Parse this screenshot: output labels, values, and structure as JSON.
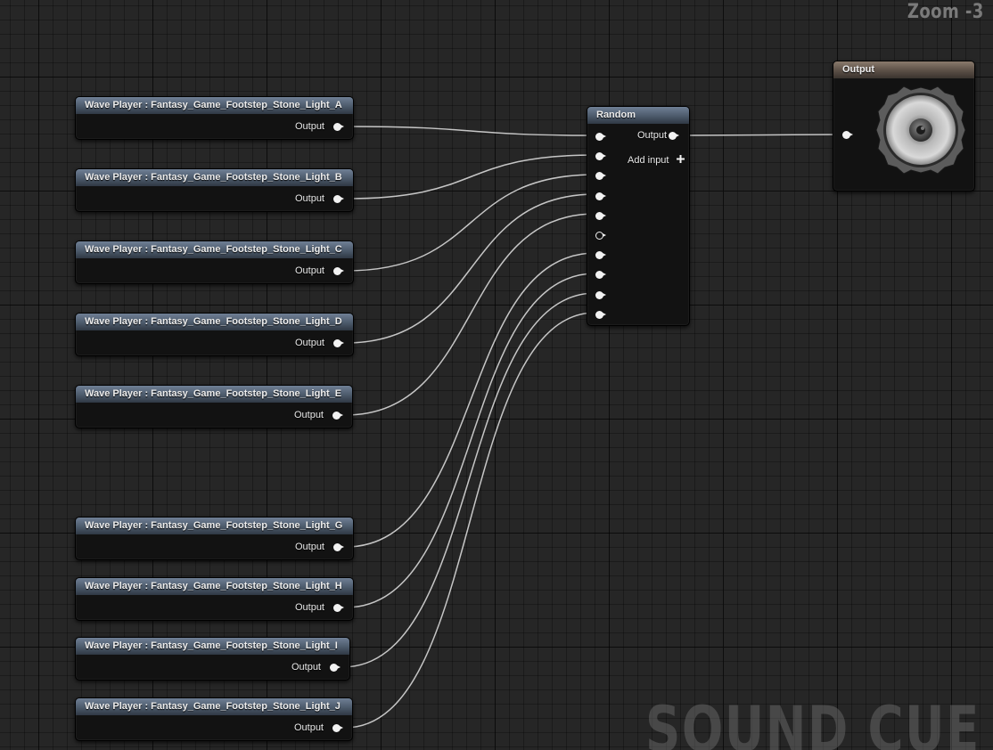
{
  "zoom_label": "Zoom -3",
  "watermark": "SOUND CUE",
  "wave_players": [
    {
      "title": "Wave Player : Fantasy_Game_Footstep_Stone_Light_A",
      "pin_label": "Output"
    },
    {
      "title": "Wave Player : Fantasy_Game_Footstep_Stone_Light_B",
      "pin_label": "Output"
    },
    {
      "title": "Wave Player : Fantasy_Game_Footstep_Stone_Light_C",
      "pin_label": "Output"
    },
    {
      "title": "Wave Player : Fantasy_Game_Footstep_Stone_Light_D",
      "pin_label": "Output"
    },
    {
      "title": "Wave Player : Fantasy_Game_Footstep_Stone_Light_E",
      "pin_label": "Output"
    },
    {
      "title": "Wave Player : Fantasy_Game_Footstep_Stone_Light_G",
      "pin_label": "Output"
    },
    {
      "title": "Wave Player : Fantasy_Game_Footstep_Stone_Light_H",
      "pin_label": "Output"
    },
    {
      "title": "Wave Player : Fantasy_Game_Footstep_Stone_Light_I",
      "pin_label": "Output"
    },
    {
      "title": "Wave Player : Fantasy_Game_Footstep_Stone_Light_J",
      "pin_label": "Output"
    }
  ],
  "random_node": {
    "title": "Random",
    "output_label": "Output",
    "add_input_label": "Add input",
    "add_input_icon": "plus-icon",
    "input_count": 10,
    "unconnected_input_index": 5
  },
  "output_node": {
    "title": "Output",
    "icon": "speaker-icon"
  },
  "colors": {
    "background": "#262626",
    "wire": "#d8d8d8",
    "wave_header": "#5a687a",
    "output_header": "#6e6157",
    "node_body": "#121212"
  }
}
